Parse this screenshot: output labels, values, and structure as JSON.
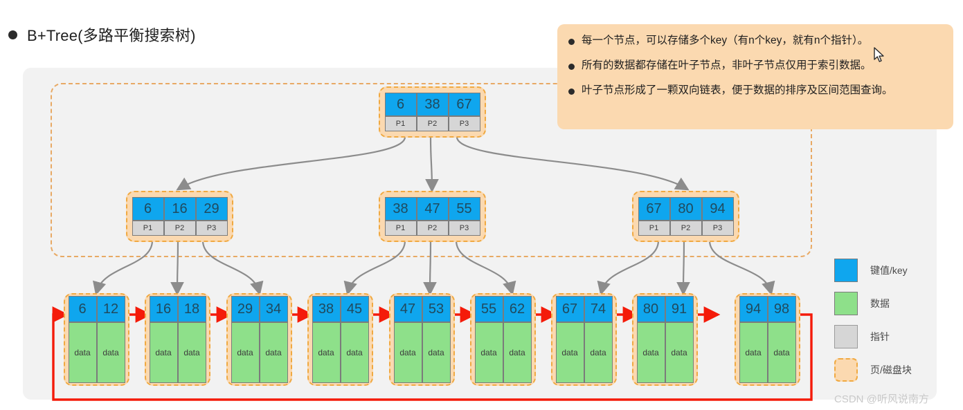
{
  "heading": {
    "text": "B+Tree(多路平衡搜索树)",
    "bullet": "bullet-dot"
  },
  "callout": {
    "items": [
      "每一个节点，可以存储多个key（有n个key，就有n个指针）。",
      "所有的数据都存储在叶子节点，非叶子节点仅用于索引数据。",
      "叶子节点形成了一颗双向链表，便于数据的排序及区间范围查询。"
    ]
  },
  "tree": {
    "root": {
      "keys": [
        "6",
        "38",
        "67"
      ],
      "pointers": [
        "P1",
        "P2",
        "P3"
      ]
    },
    "internal": [
      {
        "keys": [
          "6",
          "16",
          "29"
        ],
        "pointers": [
          "P1",
          "P2",
          "P3"
        ]
      },
      {
        "keys": [
          "38",
          "47",
          "55"
        ],
        "pointers": [
          "P1",
          "P2",
          "P3"
        ]
      },
      {
        "keys": [
          "67",
          "80",
          "94"
        ],
        "pointers": [
          "P1",
          "P2",
          "P3"
        ]
      }
    ],
    "leaves": [
      {
        "keys": [
          "6",
          "12"
        ],
        "data": [
          "data",
          "data"
        ]
      },
      {
        "keys": [
          "16",
          "18"
        ],
        "data": [
          "data",
          "data"
        ]
      },
      {
        "keys": [
          "29",
          "34"
        ],
        "data": [
          "data",
          "data"
        ]
      },
      {
        "keys": [
          "38",
          "45"
        ],
        "data": [
          "data",
          "data"
        ]
      },
      {
        "keys": [
          "47",
          "53"
        ],
        "data": [
          "data",
          "data"
        ]
      },
      {
        "keys": [
          "55",
          "62"
        ],
        "data": [
          "data",
          "data"
        ]
      },
      {
        "keys": [
          "67",
          "74"
        ],
        "data": [
          "data",
          "data"
        ]
      },
      {
        "keys": [
          "80",
          "91"
        ],
        "data": [
          "data",
          "data"
        ]
      },
      {
        "keys": [
          "94",
          "98"
        ],
        "data": [
          "data",
          "data"
        ]
      }
    ]
  },
  "legend": [
    {
      "label": "键值/key",
      "swatch": "key-swatch",
      "color": "#0fa6ee"
    },
    {
      "label": "数据",
      "swatch": "data-swatch",
      "color": "#8ee08a"
    },
    {
      "label": "指针",
      "swatch": "pointer-swatch",
      "color": "#d6d6d6"
    },
    {
      "label": "页/磁盘块",
      "swatch": "page-swatch",
      "color": "#fbd9b0"
    }
  ],
  "watermark": "CSDN @听风说南方",
  "colors": {
    "key": "#0fa6ee",
    "data": "#8ee08a",
    "pointer": "#d6d6d6",
    "page": "#fbd9b0",
    "page_border": "#f0a941",
    "link_arrow": "#f41b0a",
    "edge": "#8c8c8c",
    "canvas": "#f2f2f2"
  }
}
